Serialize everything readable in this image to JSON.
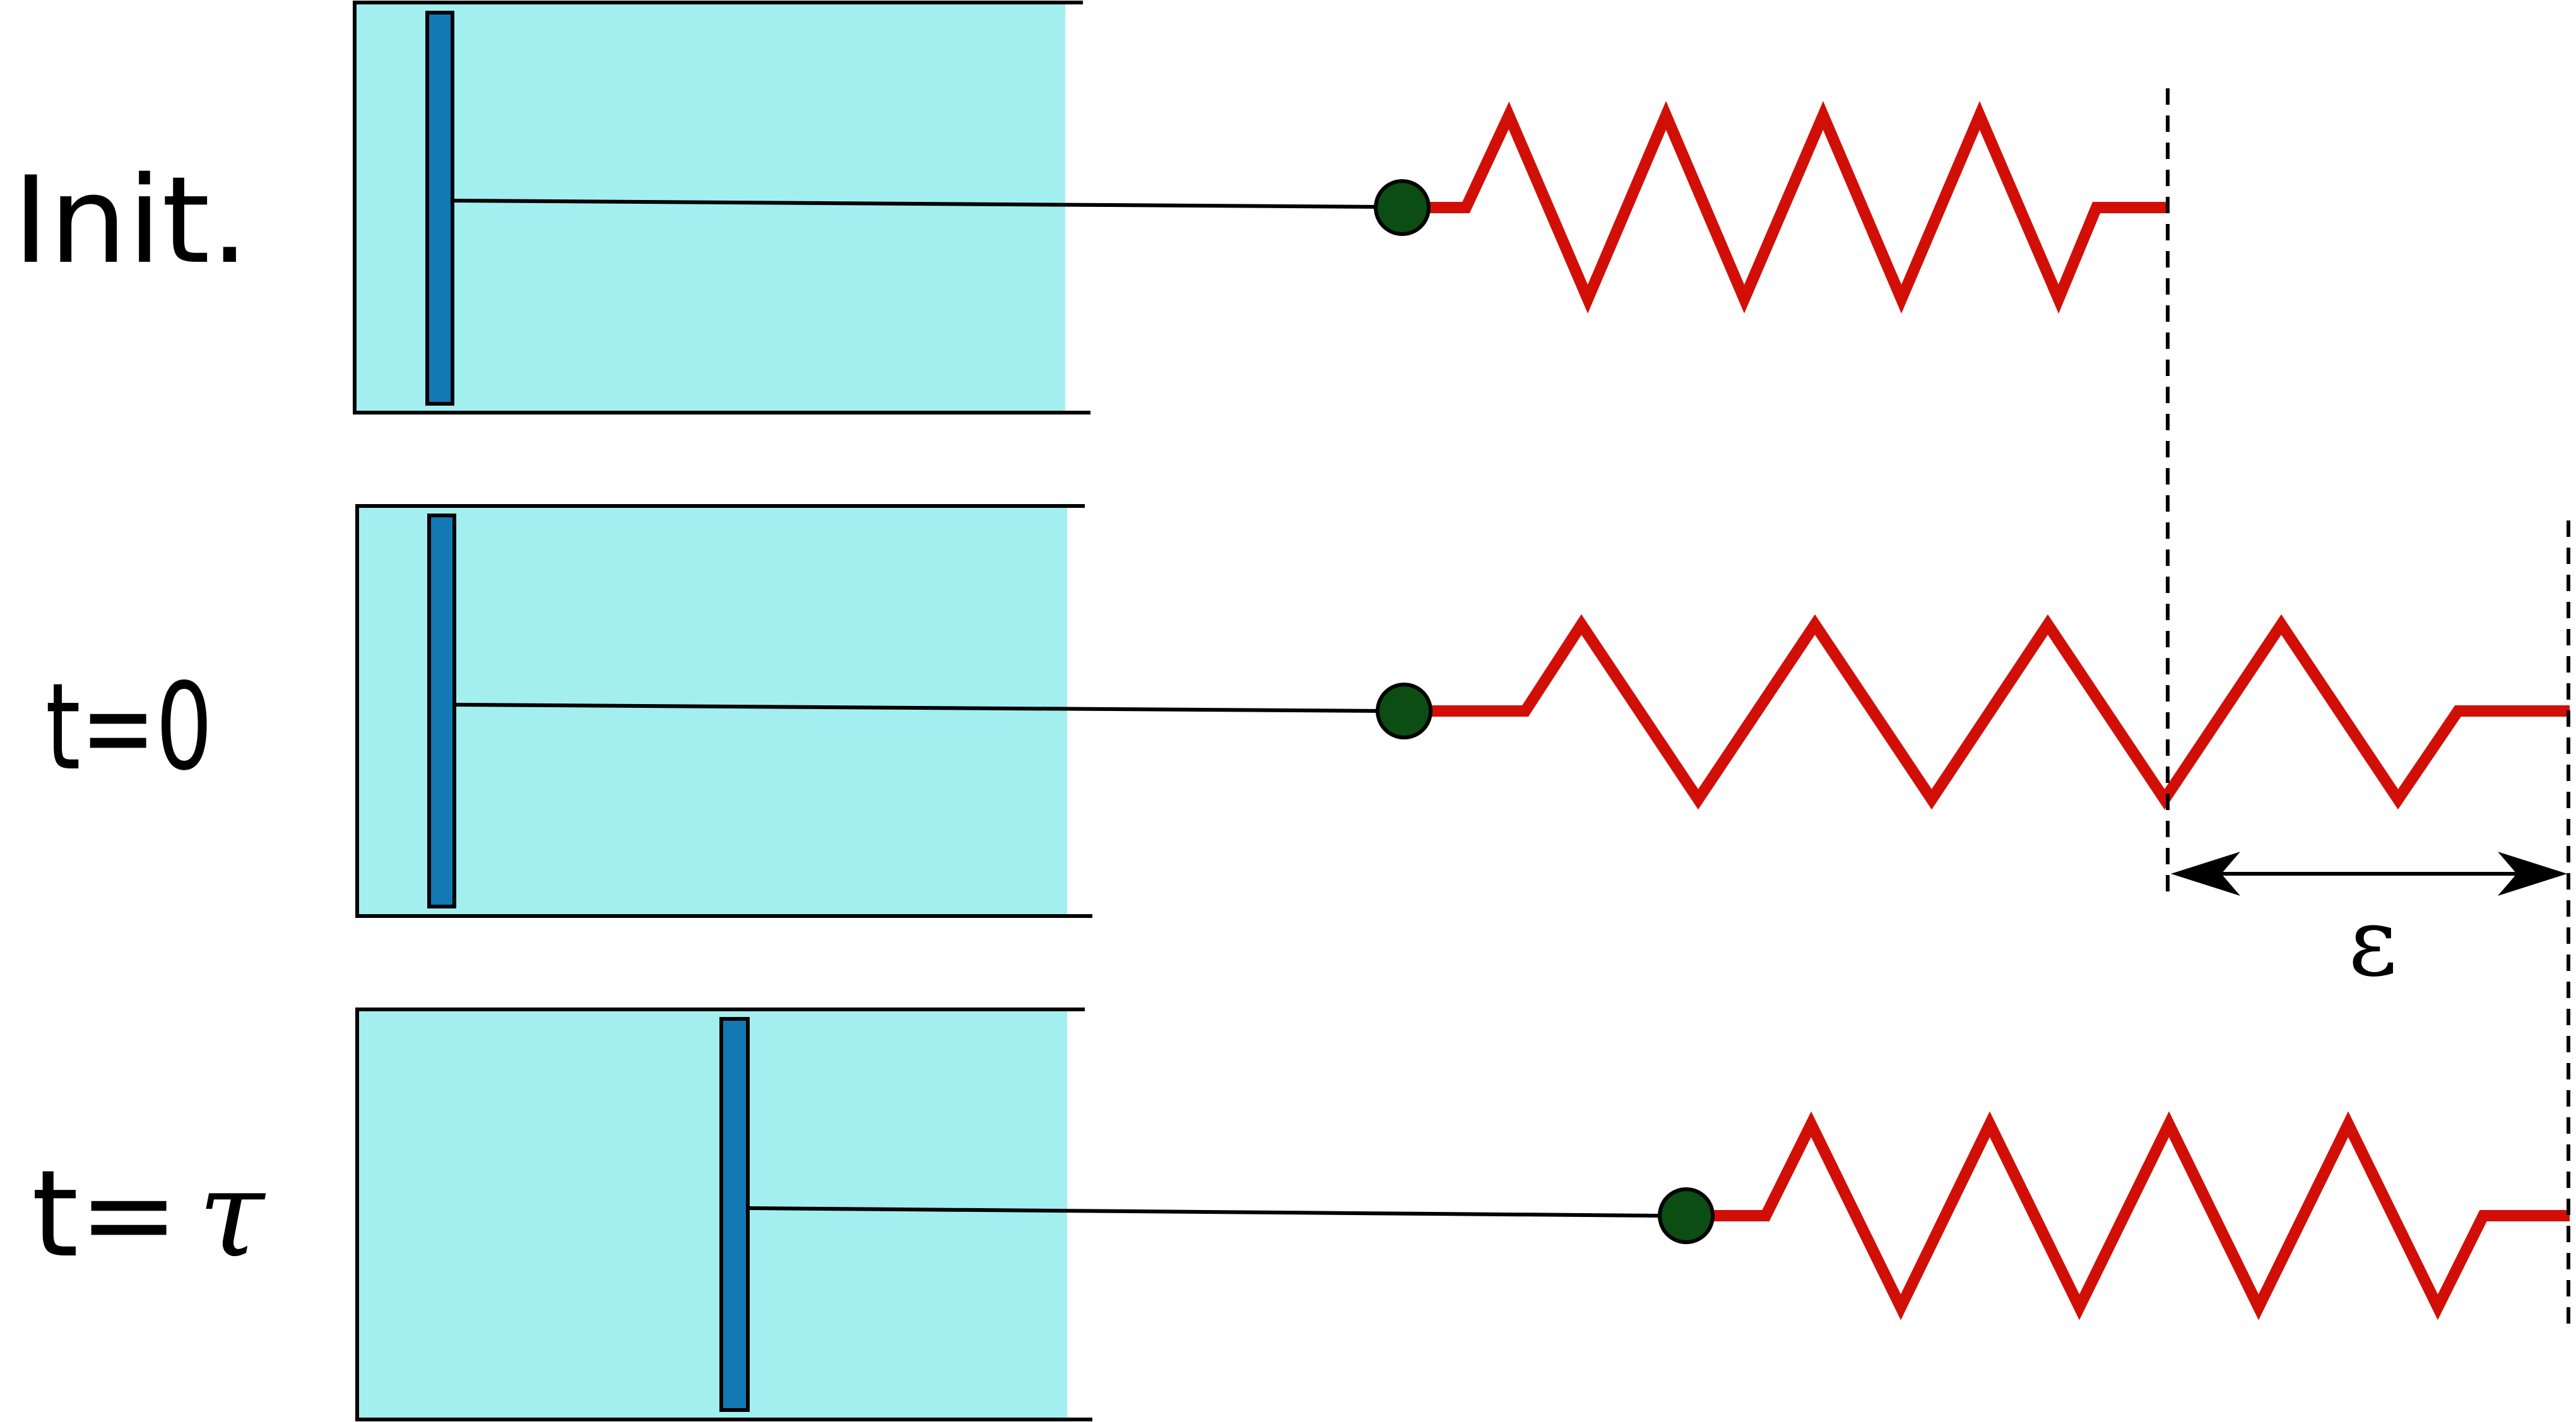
{
  "labels": {
    "init": "Init.",
    "t0": "t=0",
    "ttau_prefix": "t=",
    "ttau_symbol": "τ",
    "epsilon": "ε"
  },
  "colors": {
    "fluid": "#a3eff0",
    "piston": "#1279b5",
    "spring": "#d20f07",
    "node": "#0b4d12",
    "line": "#000000"
  }
}
